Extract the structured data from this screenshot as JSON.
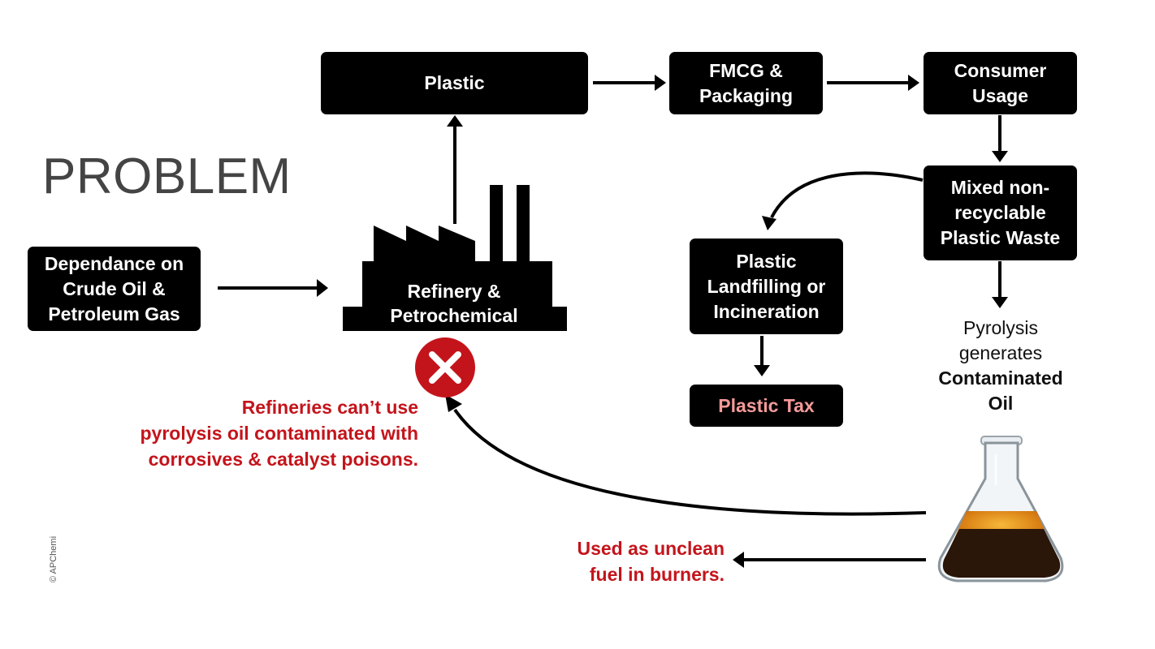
{
  "title": "PROBLEM",
  "boxes": {
    "plastic": "Plastic",
    "fmcg": "FMCG &\nPackaging",
    "consumer": "Consumer\nUsage",
    "mixed": "Mixed non-\nrecyclable\nPlastic Waste",
    "landfill": "Plastic\nLandfilling or\nIncineration",
    "tax": "Plastic Tax",
    "crude": "Dependance on\nCrude Oil &\nPetroleum Gas"
  },
  "factory_label": "Refinery &\nPetrochemical",
  "pyrolysis": {
    "line1": "Pyrolysis",
    "line2": "generates",
    "line3": "Contaminated",
    "line4": "Oil"
  },
  "notes": {
    "refinery": "Refineries can’t use\npyrolysis oil contaminated with\ncorrosives & catalyst poisons.",
    "fuel": "Used as unclean\nfuel in burners."
  },
  "copyright": "© APChemi",
  "colors": {
    "box": "#000000",
    "alert": "#c4141b",
    "tax_text": "#f59a9a",
    "title": "#444444"
  },
  "icons": {
    "factory": "factory-icon",
    "error": "x-circle-icon",
    "flask": "flask-icon"
  }
}
